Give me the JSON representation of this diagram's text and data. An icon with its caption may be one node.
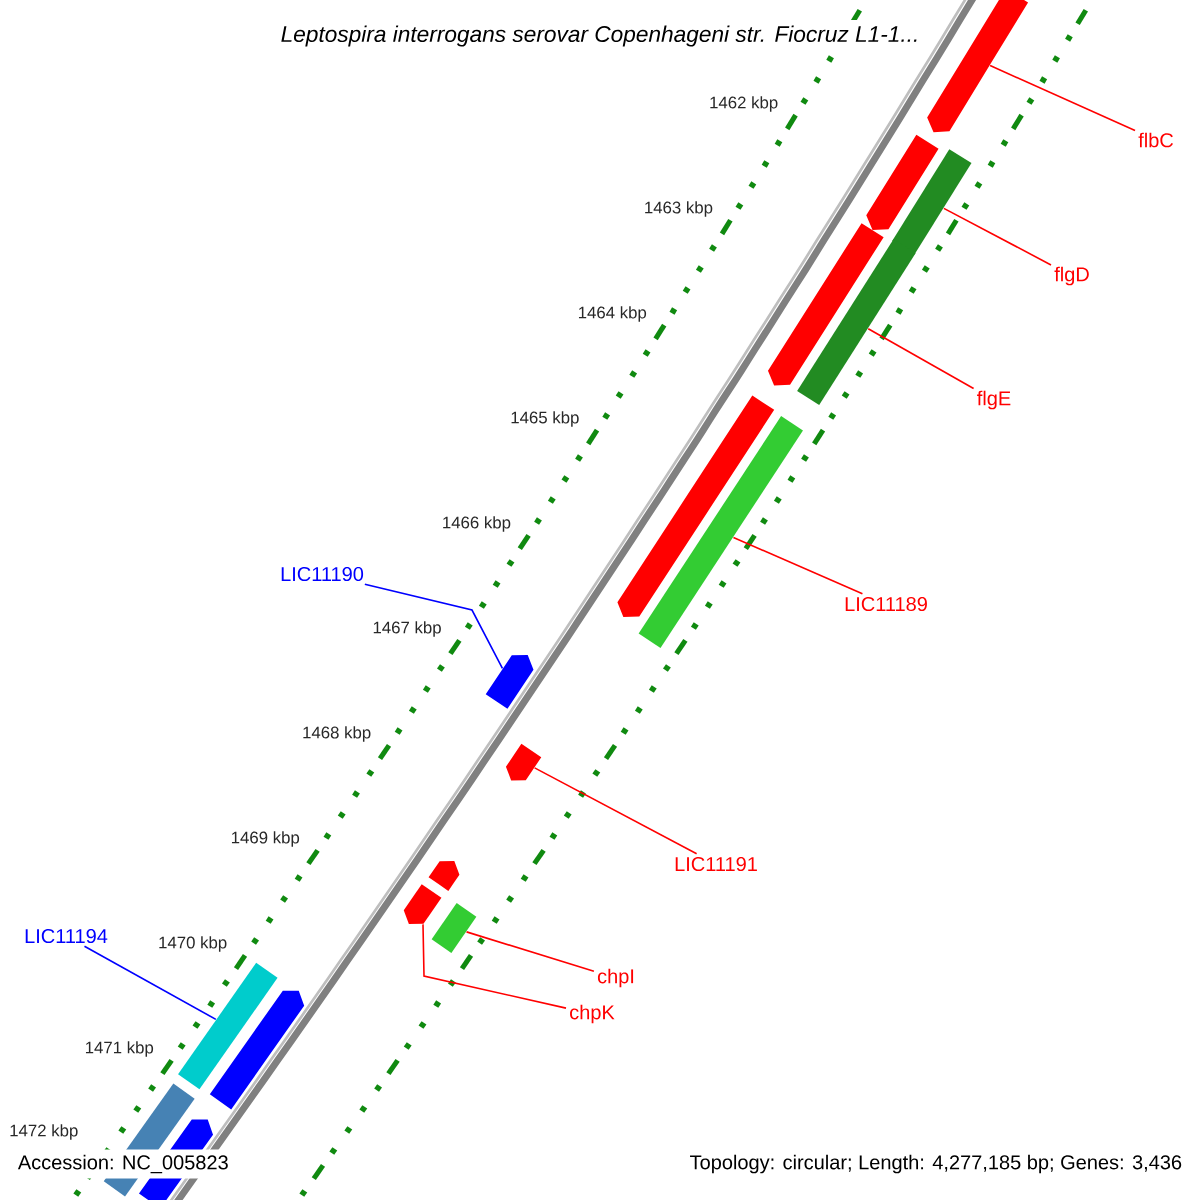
{
  "diagram": {
    "title": "Leptospira interrogans serovar Copenhageni str. Fiocruz L1-1...",
    "nodes": [
      {
        "text": [
          "flbC"
        ]
      },
      {
        "text": [
          "flgD"
        ]
      },
      {
        "text": [
          "flgE"
        ]
      },
      {
        "text": [
          "LIC11190"
        ]
      },
      {
        "text": [
          "LIC11189"
        ]
      },
      {
        "text": [
          "LIC11191"
        ]
      },
      {
        "text": [
          "LIC11194"
        ]
      },
      {
        "text": [
          "chpI"
        ]
      },
      {
        "text": [
          "chpK"
        ]
      },
      {
        "text": [],
        "shape": "bar"
      },
      {
        "text": [],
        "shape": "bar"
      },
      {
        "text": [],
        "shape": "bar"
      },
      {
        "text": [],
        "shape": "bar"
      },
      {
        "text": [],
        "shape": "bar"
      },
      {
        "text": [],
        "shape": "bar"
      },
      {
        "text": [],
        "shape": "bar"
      },
      {
        "text": [],
        "shape": "bar"
      },
      {
        "text": [],
        "shape": "bar"
      },
      {
        "text": [],
        "shape": "bar"
      },
      {
        "text": [],
        "shape": "bar"
      },
      {
        "text": [],
        "shape": "bar"
      },
      {
        "text": [],
        "shape": "bar"
      },
      {
        "text": [],
        "shape": "bar"
      },
      {
        "text": [],
        "shape": "bar"
      },
      {
        "text": [],
        "shape": "bar"
      }
    ],
    "edges": [
      {
        "from": 0,
        "to": 9,
        "arrow": "none"
      },
      {
        "from": 1,
        "to": 11,
        "arrow": "none"
      },
      {
        "from": 2,
        "to": 13,
        "arrow": "none"
      },
      {
        "from": 3,
        "to": 16,
        "arrow": "none",
        "color": "#0000ff"
      },
      {
        "from": 4,
        "to": 15,
        "arrow": "none"
      },
      {
        "from": 5,
        "to": 17,
        "arrow": "none"
      },
      {
        "from": 6,
        "to": 21,
        "arrow": "none",
        "color": "#0000ff"
      },
      {
        "from": 7,
        "to": 20,
        "arrow": "none"
      },
      {
        "from": 8,
        "to": 19,
        "arrow": "none"
      }
    ],
    "labels": [
      "1462 kbp",
      "1463 kbp",
      "1464 kbp",
      "1465 kbp",
      "1466 kbp",
      "1467 kbp",
      "1468 kbp",
      "1469 kbp",
      "1470 kbp",
      "1471 kbp",
      "1472 kbp",
      "Accession: NC_005823",
      "Topology: circular; Length: 4,277,185 bp; Genes: 3,436"
    ]
  }
}
